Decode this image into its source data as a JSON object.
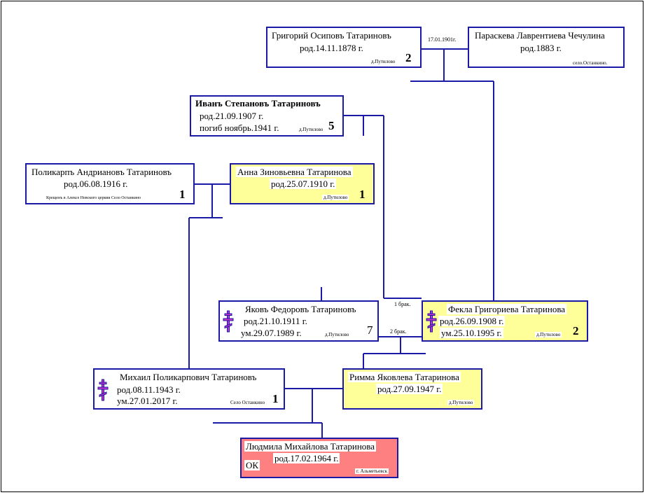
{
  "persons": [
    {
      "id": "grigory",
      "name": "Григорий Осиповъ Татариновъ",
      "line2": "род.14.11.1878 г.",
      "place": "д.Путилово",
      "gen": "2"
    },
    {
      "id": "paraskeva",
      "name": "Параскева Лаврентиева Чечулина",
      "line2": "род.1883 г.",
      "place": "село.Останкино.",
      "gen": ""
    },
    {
      "id": "ivan",
      "name": "Иванъ Степановъ Татариновъ",
      "line2": "род.21.09.1907 г.",
      "line3": "погиб ноябрь.1941 г.",
      "place": "д.Путилово",
      "gen": "5"
    },
    {
      "id": "polikarp",
      "name": "Поликарпъ Андриановъ Татариновъ",
      "line2": "род.06.08.1916 г.",
      "place": "Крещенъ в Алексе Невского церкви Село Останкино",
      "gen": "1"
    },
    {
      "id": "anna",
      "name": "Анна Зиновьевна Татаринова",
      "line2": "род.25.07.1910 г.",
      "place": "д.Путилово",
      "gen": "1"
    },
    {
      "id": "yakov",
      "name": "Яковъ Федоровъ Татариновъ",
      "line2": "род.21.10.1911 г.",
      "line3": "ум.29.07.1989 г.",
      "place": "д.Путилово",
      "gen": "7"
    },
    {
      "id": "fekla",
      "name": "Фекла Григориева Татаринова",
      "line2": "род.26.09.1908 г.",
      "line3": "ум.25.10.1995 г.",
      "place": "д.Путилово",
      "gen": "2"
    },
    {
      "id": "mikhail",
      "name": "Михаил Поликарпович Татариновъ",
      "line2": "род.08.11.1943 г.",
      "line3": "ум.27.01.2017 г.",
      "place": "Село Останкино",
      "gen": "1"
    },
    {
      "id": "rimma",
      "name": "Римма Яковлева Татаринова",
      "line2": "род.27.09.1947 г.",
      "place": "д.Путилово",
      "gen": ""
    },
    {
      "id": "lyudmila",
      "name": "Людмила Михайлова Татаринова",
      "line2": "род.17.02.1964 г.",
      "extra": "ОК",
      "place": "г. Альметьевск",
      "gen": ""
    }
  ],
  "marriage_labels": {
    "grigory_paraskeva": "17.01.1901г.",
    "fekla_first": "1 брак.",
    "fekla_second": "2 брак."
  },
  "colors": {
    "border": "#1a1aa6",
    "line": "#1a1aa6",
    "yellow": "#ffff99",
    "pink": "#ff8080",
    "cross": "#cc33cc"
  },
  "icons": {
    "deceased_marker": "orthodox-cross-icon"
  }
}
